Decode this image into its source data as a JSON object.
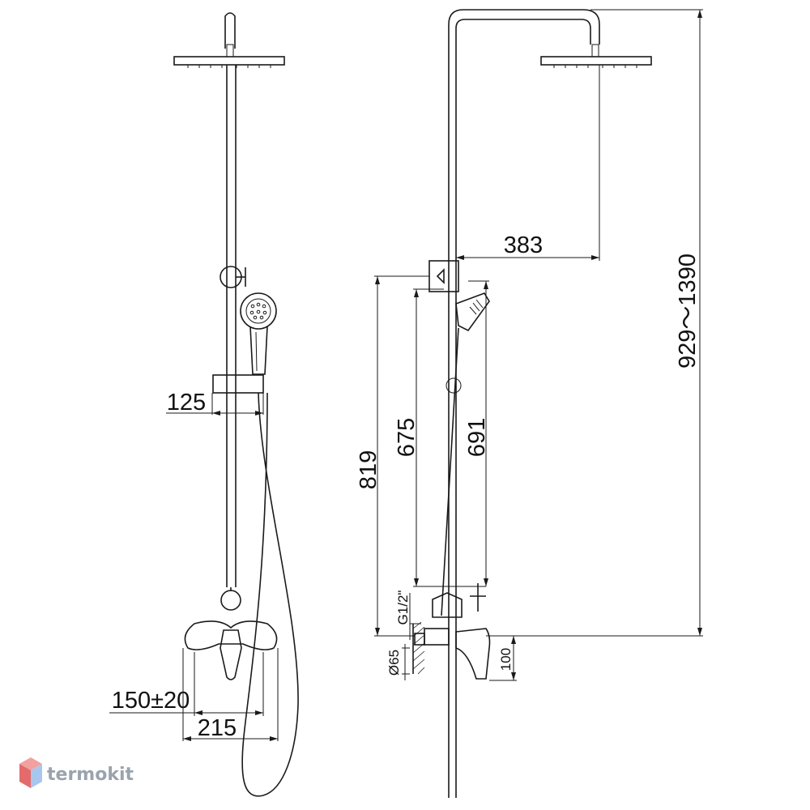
{
  "front_view": {
    "dimensions": {
      "holder_offset": "125",
      "inlet_spacing": "150±20",
      "mixer_width": "215"
    }
  },
  "side_view": {
    "dimensions": {
      "head_reach": "383",
      "total_height": "929～1390",
      "hand_shower_height": "819",
      "slide_bar_length": "675",
      "hose_height": "691",
      "pipe_thread": "G1/2\"",
      "escutcheon_diameter": "Ø65",
      "outlet_drop": "100"
    }
  },
  "watermark": {
    "text": "termokit",
    "colors": {
      "top": "#f2a0a0",
      "left": "#e46b6b",
      "right": "#a9c6ee",
      "text": "#9aa3ad"
    }
  }
}
